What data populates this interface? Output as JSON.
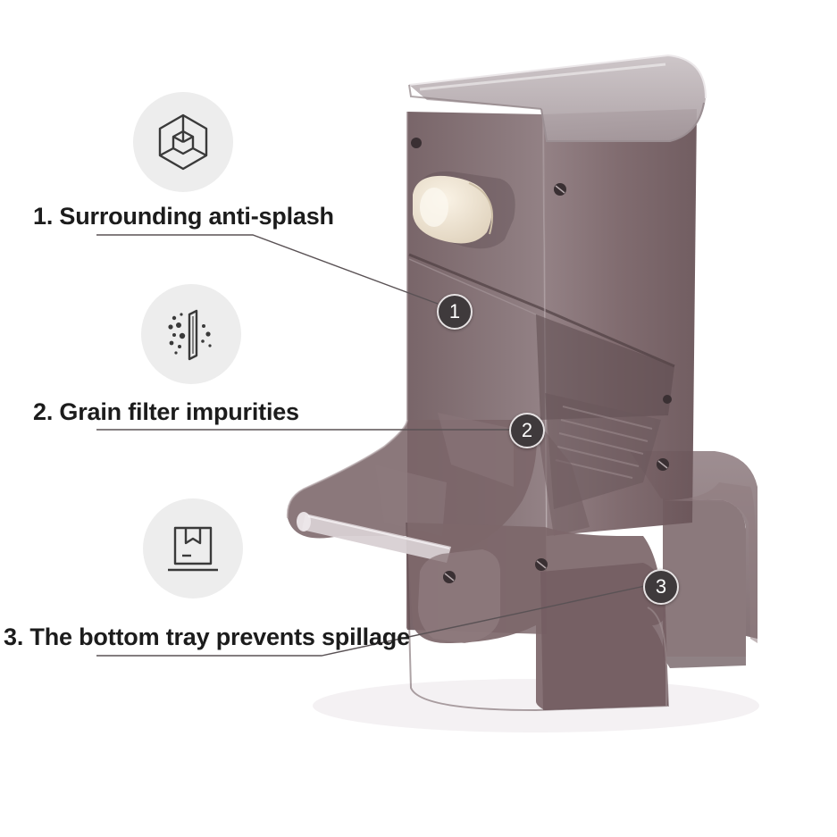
{
  "features": [
    {
      "icon": "cube-outline-icon",
      "label": "1. Surrounding anti-splash",
      "callout": "1"
    },
    {
      "icon": "particle-filter-icon",
      "label": "2. Grain filter impurities",
      "callout": "2"
    },
    {
      "icon": "box-tray-icon",
      "label": "3. The bottom tray prevents spillage",
      "callout": "3"
    }
  ],
  "colors": {
    "icon_circle": "#ededed",
    "icon_stroke": "#3a3a3a",
    "label_text": "#1c1c1c",
    "product_body": "#7a6468",
    "callout_fill": "#3f3a3c"
  }
}
